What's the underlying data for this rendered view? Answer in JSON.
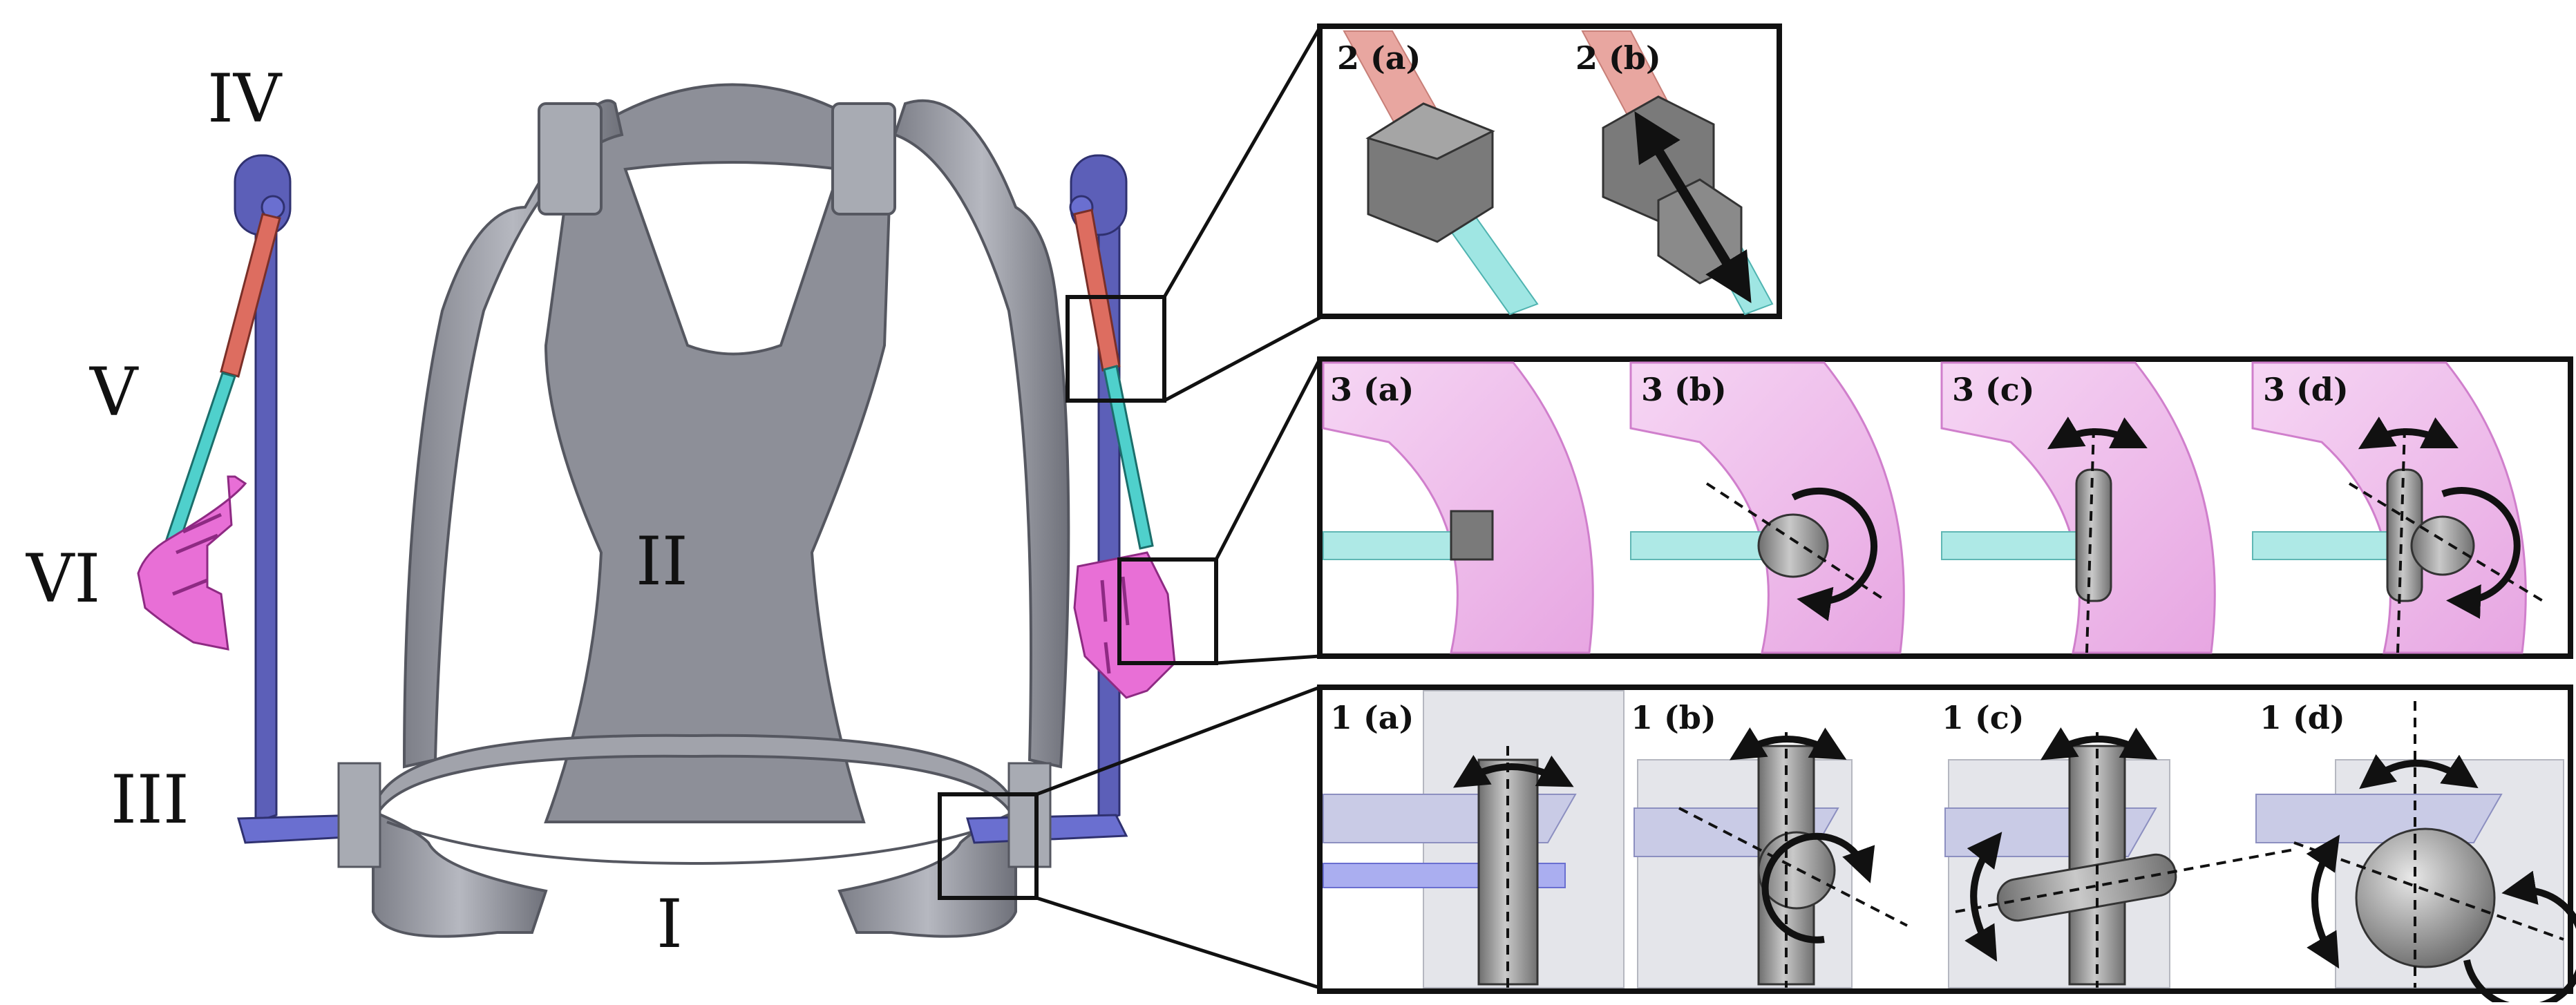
{
  "figure": {
    "part_labels": {
      "waist_belt": "I",
      "back_plate": "II",
      "side_bar": "III",
      "shoulder_joint": "IV",
      "linear_actuator": "V",
      "arm_cuff": "VI"
    },
    "inset_2": {
      "panels": [
        "2 (a)",
        "2 (b)"
      ]
    },
    "inset_3": {
      "panels": [
        "3 (a)",
        "3 (b)",
        "3 (c)",
        "3 (d)"
      ]
    },
    "inset_1": {
      "panels": [
        "1 (a)",
        "1 (b)",
        "1 (c)",
        "1 (d)"
      ]
    },
    "colors": {
      "frame_gray": "#8e9099",
      "frame_dark": "#5d5f68",
      "strut_blue": "#5c5fb8",
      "joint_blue": "#6a6fd0",
      "actuator_red": "#dd6d60",
      "rod_cyan": "#4fd0cc",
      "cuff_pink": "#e86fd6",
      "pink_light": "#f2c4f0",
      "box_gray": "#7a7a7a",
      "arrow": "#111111"
    },
    "icons": [
      "rotation-arrow-icon",
      "double-headed-arrow-icon",
      "axis-dashed-line"
    ]
  }
}
